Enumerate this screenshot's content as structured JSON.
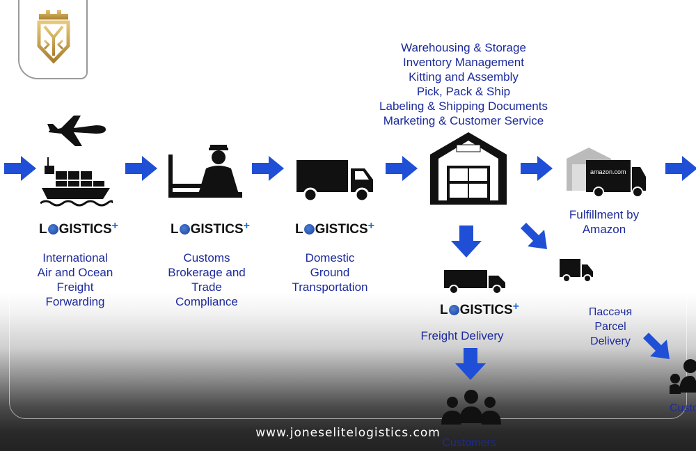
{
  "stages": {
    "international": {
      "label_lines": [
        "International",
        "Air and Ocean",
        "Freight",
        "Forwarding"
      ],
      "icon": "plane-and-ship-icon"
    },
    "customs": {
      "label_lines": [
        "Customs",
        "Brokerage and",
        "Trade",
        "Compliance"
      ],
      "icon": "customs-officer-icon"
    },
    "domestic": {
      "label_lines": [
        "Domestic",
        "Ground",
        "Transportation"
      ],
      "icon": "truck-icon"
    },
    "warehouse": {
      "services": [
        "Warehousing & Storage",
        "Inventory Management",
        "Kitting and Assembly",
        "Pick, Pack & Ship",
        "Labeling & Shipping Documents",
        "Marketing & Customer Service"
      ],
      "icon": "warehouse-icon"
    },
    "amazon": {
      "label_lines": [
        "Fulfillment by",
        "Amazon"
      ],
      "truck_text": "amazon.com",
      "icon": "amazon-truck-icon"
    },
    "freight": {
      "label": "Freight Delivery",
      "icon": "freight-truck-icon"
    },
    "parcel": {
      "label_lines": [
        "Пaccǝчя",
        "Parcel",
        "Delivery"
      ],
      "icon": "parcel-van-icon"
    },
    "customers_center": {
      "label": "Customers",
      "icon": "customers-icon"
    },
    "customers_right": {
      "label": "Custo",
      "icon": "customers-icon"
    }
  },
  "brand": {
    "name_pre": "L",
    "name_post": "GISTICS",
    "plus": "+"
  },
  "footer": {
    "url": "www.joneselitelogistics.com"
  },
  "colors": {
    "arrow": "#1f4fd6",
    "text": "#1c2a9c",
    "icon": "#111111",
    "gold": "#c9a24a"
  }
}
